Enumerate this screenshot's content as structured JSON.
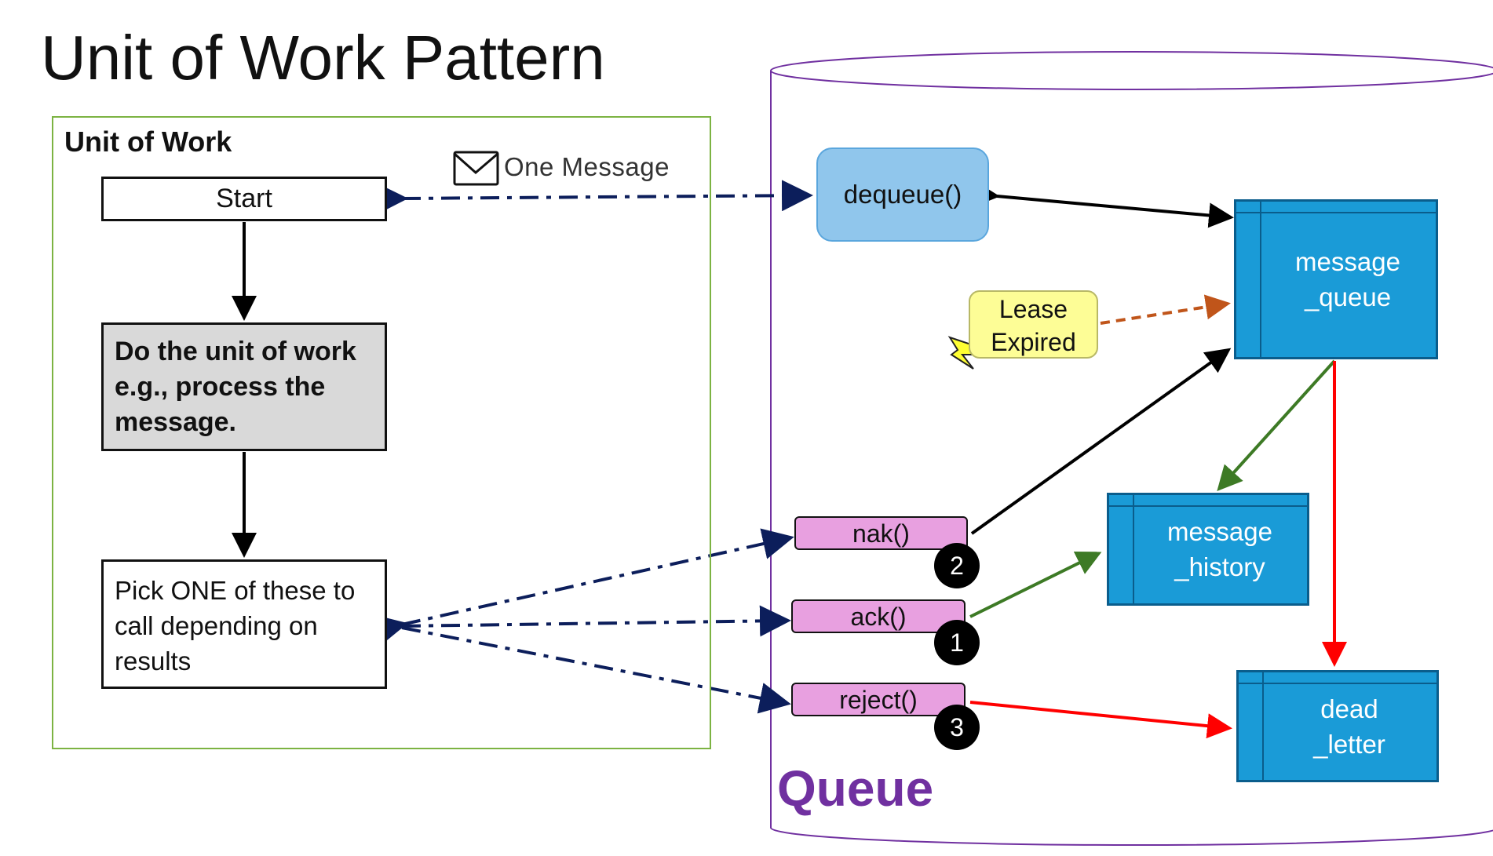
{
  "title": "Unit of Work Pattern",
  "unit_of_work": {
    "label": "Unit of Work",
    "start": "Start",
    "work_lines": [
      "Do the unit of work",
      "e.g., process the",
      "message."
    ],
    "pick_lines": [
      "Pick ONE of these to",
      "call depending on",
      "results"
    ]
  },
  "message_label": "One Message",
  "queue": {
    "label": "Queue",
    "dequeue": "dequeue()",
    "lease_lines": [
      "Lease",
      "Expired"
    ],
    "functions": {
      "nak": {
        "label": "nak()",
        "badge": "2"
      },
      "ack": {
        "label": "ack()",
        "badge": "1"
      },
      "reject": {
        "label": "reject()",
        "badge": "3"
      }
    },
    "tables": {
      "message_queue": [
        "message",
        "_queue"
      ],
      "message_history": [
        "message",
        "_history"
      ],
      "dead_letter": [
        "dead",
        "_letter"
      ]
    }
  },
  "colors": {
    "uow_border": "#7cb342",
    "queue_border": "#7030a0",
    "dashed_arrow": "#0c1e5b",
    "table_fill": "#1a9bd7",
    "function_fill": "#e8a0e0",
    "lease_fill": "#fdfd96",
    "dequeue_fill": "#90c6ec",
    "ack_arrow": "#3d7a25",
    "reject_arrow": "#ff0000",
    "lease_arrow": "#c0551a"
  }
}
